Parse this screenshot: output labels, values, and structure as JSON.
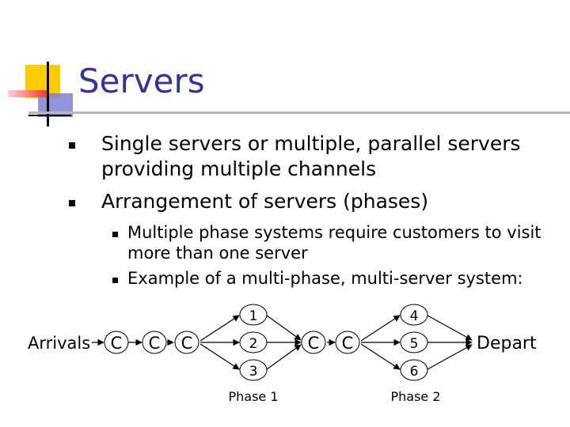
{
  "slide": {
    "title": "Servers",
    "bullets": [
      {
        "text_line1": "Single servers or multiple, parallel servers",
        "text_line2": "providing multiple channels"
      },
      {
        "text": "Arrangement of servers (phases)"
      }
    ],
    "sub_bullets": [
      {
        "text_line1": "Multiple phase systems require customers to visit",
        "text_line2": "more than one server"
      },
      {
        "text": "Example of a multi-phase, multi-server system:"
      }
    ]
  },
  "diagram": {
    "arrivals_label": "Arrivals",
    "depart_label": "Depart",
    "queue_label": "C",
    "phase1_servers": [
      "1",
      "2",
      "3"
    ],
    "phase2_servers": [
      "4",
      "5",
      "6"
    ],
    "phase1_label": "Phase 1",
    "phase2_label": "Phase 2"
  },
  "colors": {
    "title": "#333399",
    "node_fill": "#ffffff",
    "node_stroke": "#000000",
    "deco_yellow": "#ffcc00",
    "deco_red": "#ff3333",
    "deco_blue": "#6666cc"
  }
}
